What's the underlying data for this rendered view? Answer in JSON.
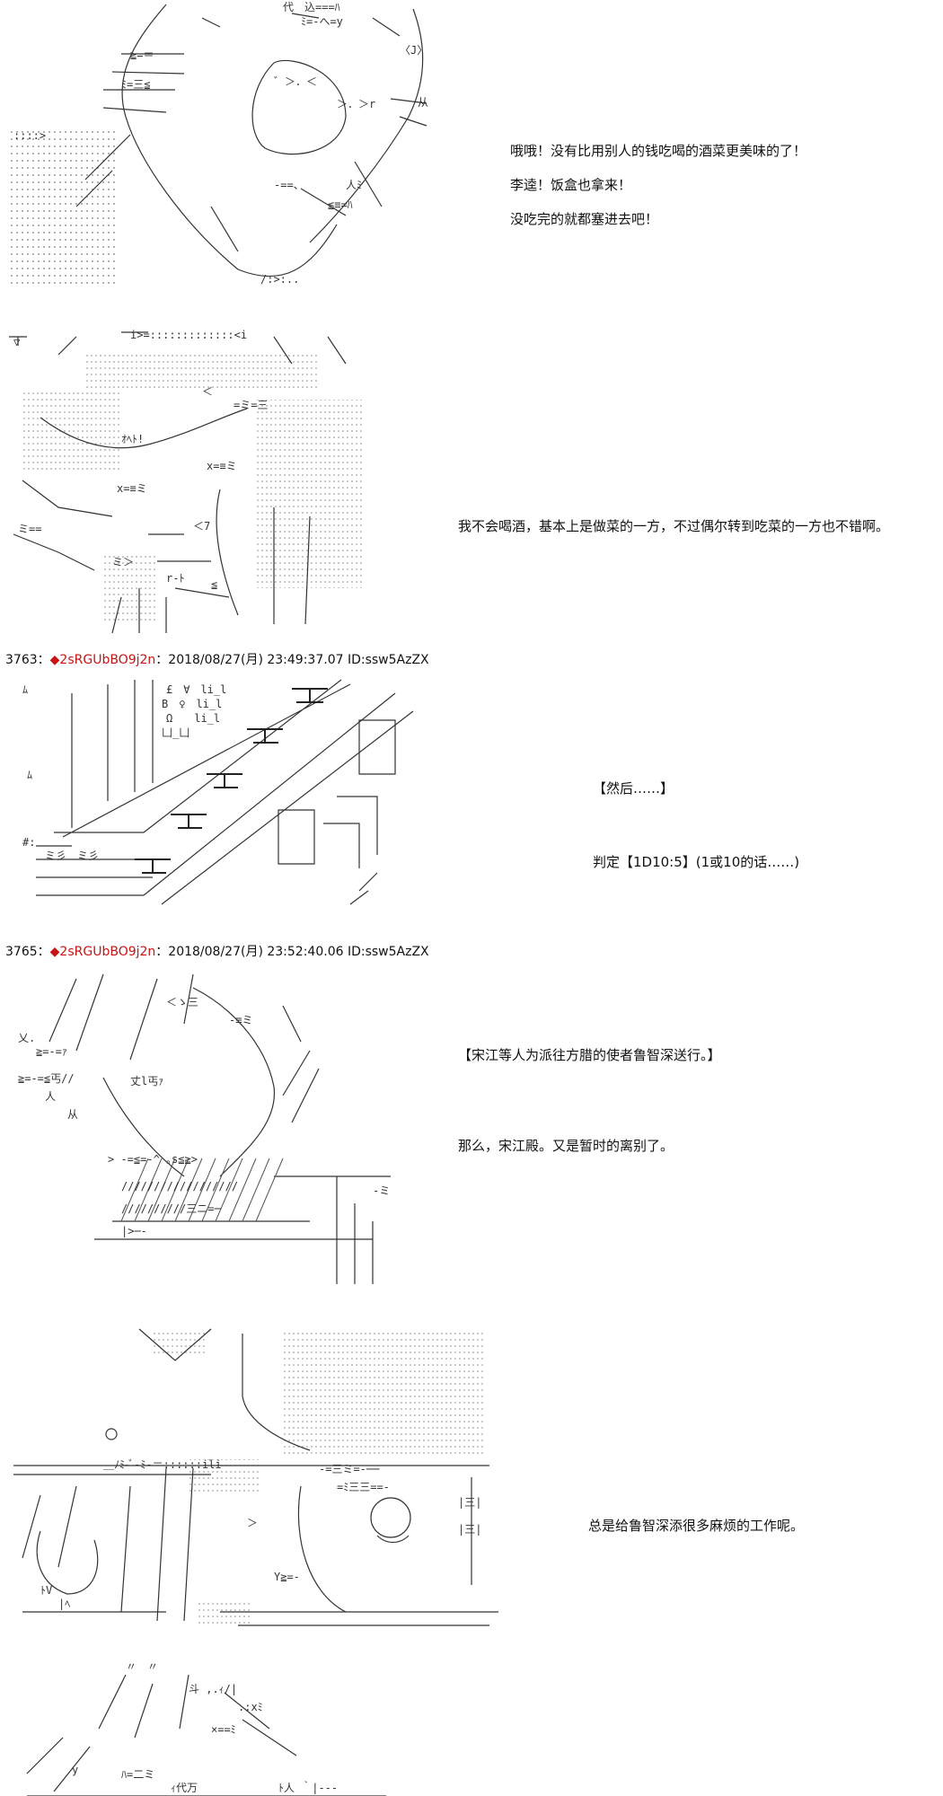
{
  "panel1": {
    "line1": "哦哦！没有比用别人的钱吃喝的酒菜更美味的了！",
    "line2": "李逵！饭盒也拿来！",
    "line3": "没吃完的就都塞进去吧！"
  },
  "panel2": {
    "line1": "我不会喝酒，基本上是做菜的一方，不过偶尔转到吃菜的一方也不错啊。"
  },
  "post3763": {
    "number": "3763",
    "sep": "：",
    "diamond": "◆",
    "trip": "2sRGUbBO9j2n",
    "date": "：2018/08/27(月) 23:49:37.07 ID:ssw5AzZX"
  },
  "panel3": {
    "line1": "【然后……】",
    "line2": "判定【1D10:5】(1或10的话……)"
  },
  "post3765": {
    "number": "3765",
    "sep": "：",
    "diamond": "◆",
    "trip": "2sRGUbBO9j2n",
    "date": "：2018/08/27(月) 23:52:40.06 ID:ssw5AzZX"
  },
  "panel4": {
    "line1": "【宋江等人为派往方腊的使者鲁智深送行。】",
    "line2": "那么，宋江殿。又是暂时的离别了。"
  },
  "panel5": {
    "line1": "总是给鲁智深添很多麻烦的工作呢。"
  }
}
